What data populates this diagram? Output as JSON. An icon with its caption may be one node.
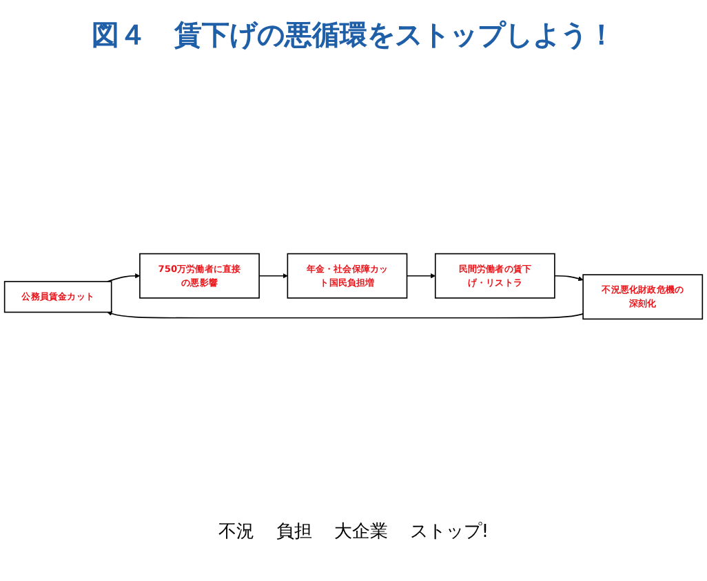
{
  "diagram": {
    "title": "図４　賃下げの悪循環をストップしよう！",
    "nodes": [
      {
        "text": [
          "公務員賃金カット"
        ]
      },
      {
        "text": [
          "750万労働者に直接の悪影響"
        ]
      },
      {
        "text": [
          "年金・社会保障カット国民負担増"
        ]
      },
      {
        "text": [
          "民間労働者の賃下げ・リストラ"
        ]
      },
      {
        "text": [
          "不況悪化財政危機の深刻化"
        ]
      }
    ],
    "edges": [
      {
        "from": 0,
        "to": 1,
        "arrow": "to"
      },
      {
        "from": 1,
        "to": 2,
        "arrow": "to"
      },
      {
        "from": 2,
        "to": 3,
        "arrow": "to"
      },
      {
        "from": 3,
        "to": 4,
        "arrow": "to"
      },
      {
        "from": 4,
        "to": 0,
        "arrow": "to"
      }
    ],
    "labels": [
      "不況",
      "負担",
      "大企業",
      "ストップ!"
    ]
  }
}
